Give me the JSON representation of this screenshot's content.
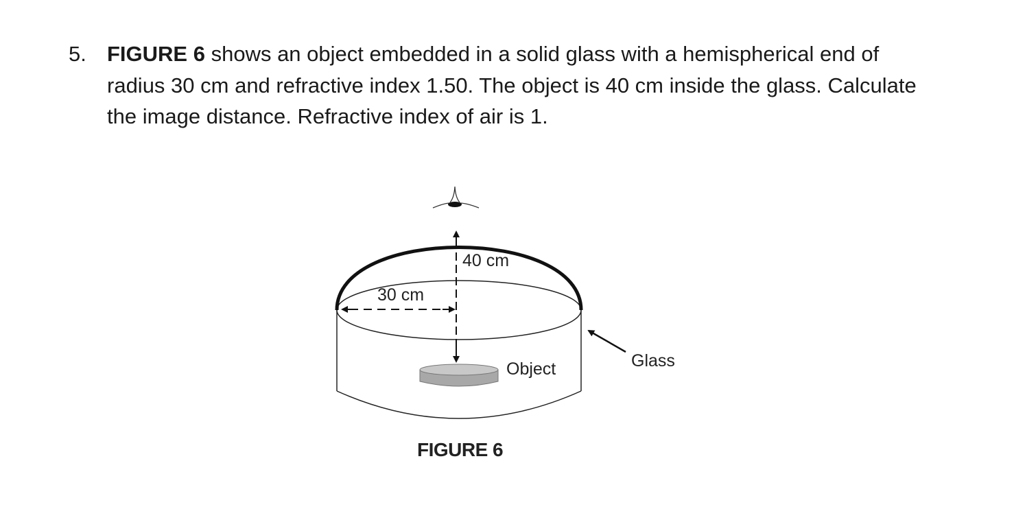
{
  "question": {
    "number": "5.",
    "figure_ref": "FIGURE 6",
    "text_line1": " shows an object embedded in a solid glass with a hemispherical end of",
    "text_line2": "radius 30 cm and refractive index 1.50. The object is 40 cm inside the glass. Calculate",
    "text_line3": "the image distance. Refractive index of air is 1."
  },
  "figure": {
    "caption": "FIGURE 6",
    "labels": {
      "depth": "40 cm",
      "radius": "30 cm",
      "object": "Object",
      "glass": "Glass"
    },
    "icons": [
      "eye-icon"
    ]
  }
}
